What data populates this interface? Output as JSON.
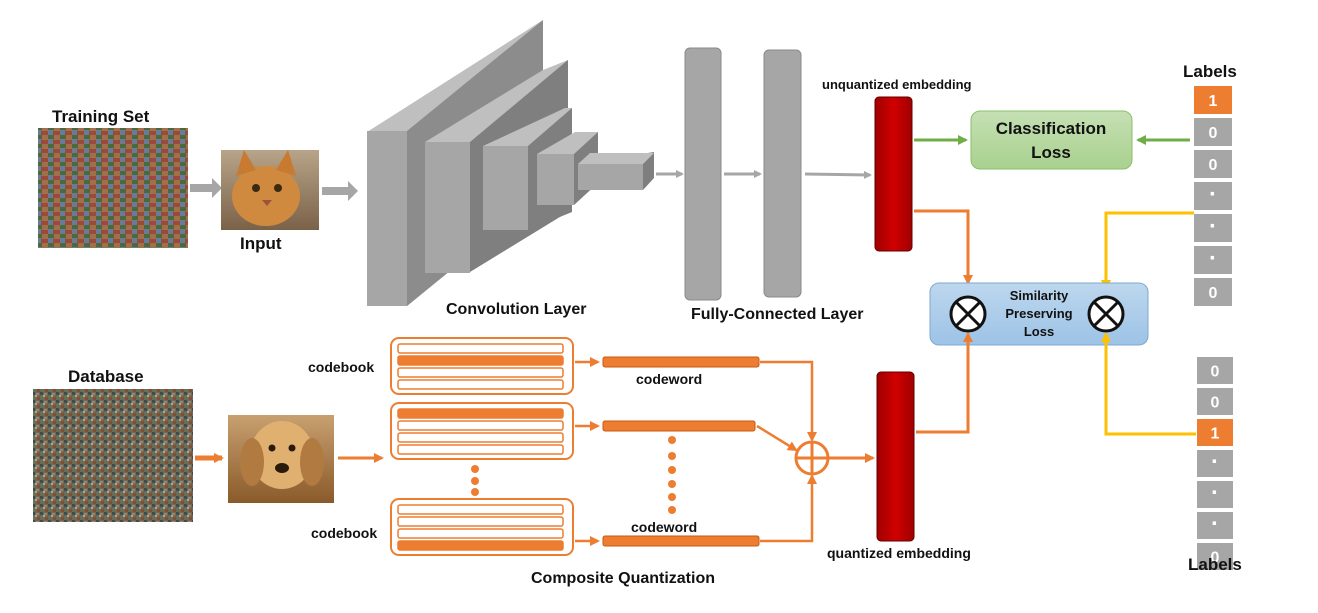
{
  "labels": {
    "training_set": "Training Set",
    "input": "Input",
    "convolution_layer": "Convolution Layer",
    "fully_connected_layer": "Fully-Connected Layer",
    "unquantized_embedding": "unquantized embedding",
    "classification_loss_line1": "Classification",
    "classification_loss_line2": "Loss",
    "similarity_line1": "Similarity",
    "similarity_line2": "Preserving",
    "similarity_line3": "Loss",
    "database": "Database",
    "codebook_top": "codebook",
    "codebook_bottom": "codebook",
    "codeword_top": "codeword",
    "codeword_bottom": "codeword",
    "composite_quantization": "Composite Quantization",
    "quantized_embedding": "quantized embedding",
    "labels_top": "Labels",
    "labels_bottom": "Labels"
  },
  "label_vector_top": [
    "1",
    "0",
    "0",
    "·",
    "·",
    "·",
    "0"
  ],
  "label_vector_bottom": [
    "0",
    "0",
    "1",
    "·",
    "·",
    "·",
    "0"
  ],
  "colors": {
    "gray_block": "#a6a6a6",
    "embedding_red": "#c00000",
    "orange": "#ed7d31",
    "green_arrow": "#70ad47",
    "yellow_arrow": "#ffc000",
    "classification_fill": "#a9d18e",
    "similarity_fill": "#9dc3e6"
  }
}
